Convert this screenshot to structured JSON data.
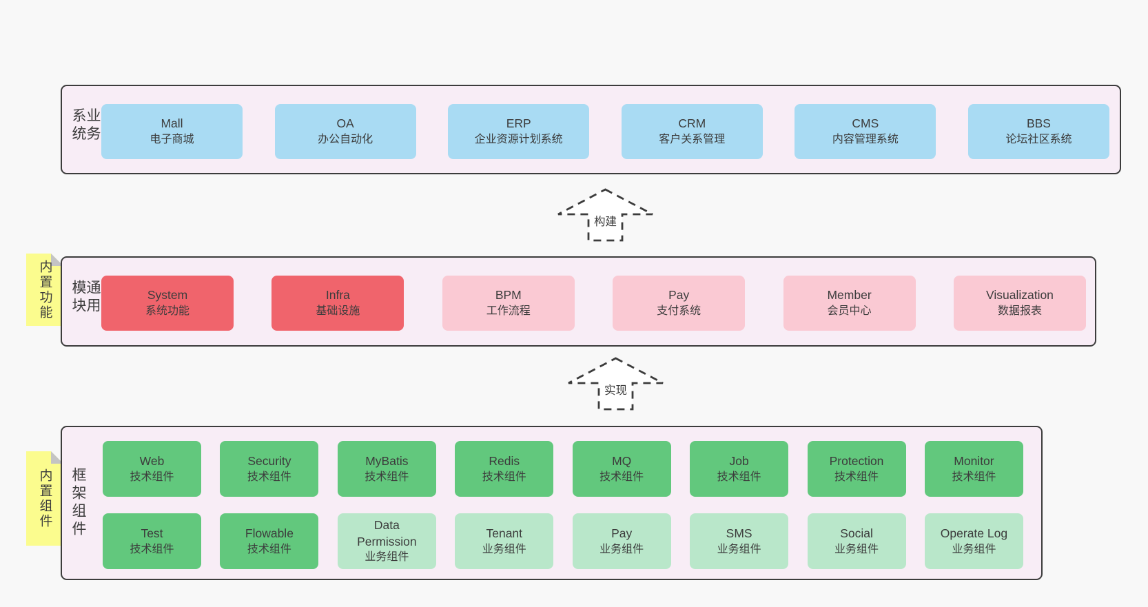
{
  "colors": {
    "page_bg": "#f8f8f8",
    "container_bg": "#f8edf6",
    "container_border": "#3c3c3c",
    "text": "#3c3c3c",
    "note_bg": "#fbfc8e",
    "note_fold": "#c4c4c4",
    "variants": {
      "blue": "#a9dbf3",
      "red": "#f0646c",
      "pink": "#fac9d3",
      "green": "#62c87d",
      "green_light": "#b9e7ca"
    }
  },
  "arrows": [
    {
      "label": "构建"
    },
    {
      "label": "实现"
    }
  ],
  "layers": [
    {
      "label": "业务系统",
      "note": null,
      "rows": [
        [
          {
            "title": "Mall",
            "subtitle": "电子商城",
            "variant": "blue"
          },
          {
            "title": "OA",
            "subtitle": "办公自动化",
            "variant": "blue"
          },
          {
            "title": "ERP",
            "subtitle": "企业资源计划系统",
            "variant": "blue"
          },
          {
            "title": "CRM",
            "subtitle": "客户关系管理",
            "variant": "blue"
          },
          {
            "title": "CMS",
            "subtitle": "内容管理系统",
            "variant": "blue"
          },
          {
            "title": "BBS",
            "subtitle": "论坛社区系统",
            "variant": "blue"
          }
        ]
      ]
    },
    {
      "label": "通用模块",
      "note": "内置功能",
      "rows": [
        [
          {
            "title": "System",
            "subtitle": "系统功能",
            "variant": "red"
          },
          {
            "title": "Infra",
            "subtitle": "基础设施",
            "variant": "red"
          },
          {
            "title": "BPM",
            "subtitle": "工作流程",
            "variant": "pink"
          },
          {
            "title": "Pay",
            "subtitle": "支付系统",
            "variant": "pink"
          },
          {
            "title": "Member",
            "subtitle": "会员中心",
            "variant": "pink"
          },
          {
            "title": "Visualization",
            "subtitle": "数据报表",
            "variant": "pink"
          }
        ]
      ]
    },
    {
      "label": "框架组件",
      "note": "内置组件",
      "rows": [
        [
          {
            "title": "Web",
            "subtitle": "技术组件",
            "variant": "green"
          },
          {
            "title": "Security",
            "subtitle": "技术组件",
            "variant": "green"
          },
          {
            "title": "MyBatis",
            "subtitle": "技术组件",
            "variant": "green"
          },
          {
            "title": "Redis",
            "subtitle": "技术组件",
            "variant": "green"
          },
          {
            "title": "MQ",
            "subtitle": "技术组件",
            "variant": "green"
          },
          {
            "title": "Job",
            "subtitle": "技术组件",
            "variant": "green"
          },
          {
            "title": "Protection",
            "subtitle": "技术组件",
            "variant": "green"
          },
          {
            "title": "Monitor",
            "subtitle": "技术组件",
            "variant": "green"
          }
        ],
        [
          {
            "title": "Test",
            "subtitle": "技术组件",
            "variant": "green"
          },
          {
            "title": "Flowable",
            "subtitle": "技术组件",
            "variant": "green"
          },
          {
            "title": "Data Permission",
            "subtitle": "业务组件",
            "variant": "green_light"
          },
          {
            "title": "Tenant",
            "subtitle": "业务组件",
            "variant": "green_light"
          },
          {
            "title": "Pay",
            "subtitle": "业务组件",
            "variant": "green_light"
          },
          {
            "title": "SMS",
            "subtitle": "业务组件",
            "variant": "green_light"
          },
          {
            "title": "Social",
            "subtitle": "业务组件",
            "variant": "green_light"
          },
          {
            "title": "Operate Log",
            "subtitle": "业务组件",
            "variant": "green_light"
          }
        ]
      ]
    }
  ]
}
